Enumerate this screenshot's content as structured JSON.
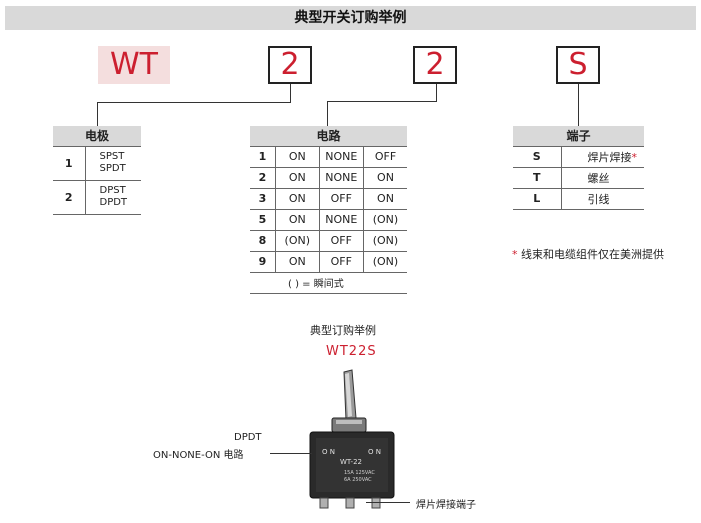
{
  "header": {
    "title": "典型开关订购举例"
  },
  "code": {
    "prefix": "WT",
    "box1": "2",
    "box2": "2",
    "box3": "S"
  },
  "poles": {
    "title": "电极",
    "rows": [
      {
        "num": "1",
        "line1": "SPST",
        "line2": "SPDT"
      },
      {
        "num": "2",
        "line1": "DPST",
        "line2": "DPDT"
      }
    ]
  },
  "circuit": {
    "title": "电路",
    "rows": [
      {
        "num": "1",
        "a": "ON",
        "b": "NONE",
        "c": "OFF"
      },
      {
        "num": "2",
        "a": "ON",
        "b": "NONE",
        "c": "ON"
      },
      {
        "num": "3",
        "a": "ON",
        "b": "OFF",
        "c": "ON"
      },
      {
        "num": "5",
        "a": "ON",
        "b": "NONE",
        "c": "(ON)"
      },
      {
        "num": "8",
        "a": "(ON)",
        "b": "OFF",
        "c": "(ON)"
      },
      {
        "num": "9",
        "a": "ON",
        "b": "OFF",
        "c": "(ON)"
      }
    ],
    "note": "(      ) = 瞬间式"
  },
  "terminal": {
    "title": "端子",
    "rows": [
      {
        "num": "S",
        "val": "焊片焊接",
        "star": "*"
      },
      {
        "num": "T",
        "val": "螺丝",
        "star": ""
      },
      {
        "num": "L",
        "val": "引线",
        "star": ""
      }
    ]
  },
  "footnote": {
    "star": "*",
    "text": " 线束和电缆组件仅在美洲提供"
  },
  "example": {
    "title": "典型订购举例",
    "code": "WT22S",
    "callout_dpdt": "DPDT",
    "callout_circuit": "ON-NONE-ON 电路",
    "callout_terminal": "焊片焊接端子",
    "switch_label_on_left": "O N",
    "switch_label_on_right": "O N",
    "switch_model": "WT-22",
    "switch_rating1": "15A 125VAC",
    "switch_rating2": "6A 250VAC"
  },
  "colors": {
    "accent": "#cc1f2f",
    "header_bg": "#d9d9d9"
  }
}
